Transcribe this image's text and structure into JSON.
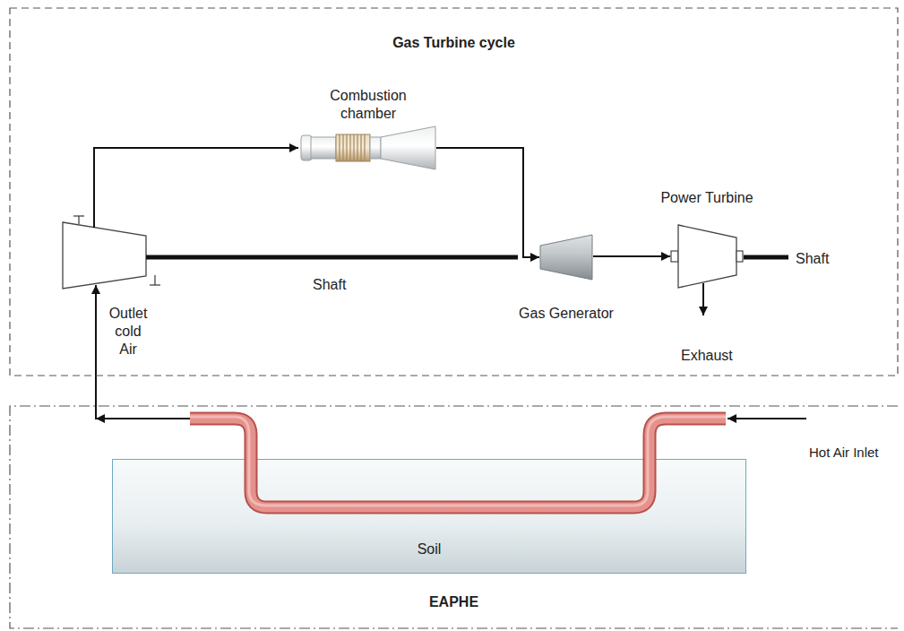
{
  "diagram": {
    "nodes": [
      {
        "text": [
          "Gas Turbine cycle"
        ]
      },
      {
        "text": [
          "Combustion chamber"
        ],
        "in": 0
      },
      {
        "text": [
          "Gas Generator"
        ],
        "in": 0
      },
      {
        "text": [
          "Power Turbine"
        ],
        "in": 0
      },
      {
        "text": [
          "EAPHE"
        ]
      },
      {
        "text": [
          "Soil"
        ],
        "in": 4
      }
    ],
    "edges": [
      {
        "from": 1,
        "to": 2,
        "arrow": "to"
      },
      {
        "from": 2,
        "to": 3,
        "arrow": "to"
      }
    ],
    "labels": [
      "Shaft",
      "Outlet cold Air",
      "Shaft",
      "Exhaust",
      "Hot Air Inlet"
    ]
  }
}
